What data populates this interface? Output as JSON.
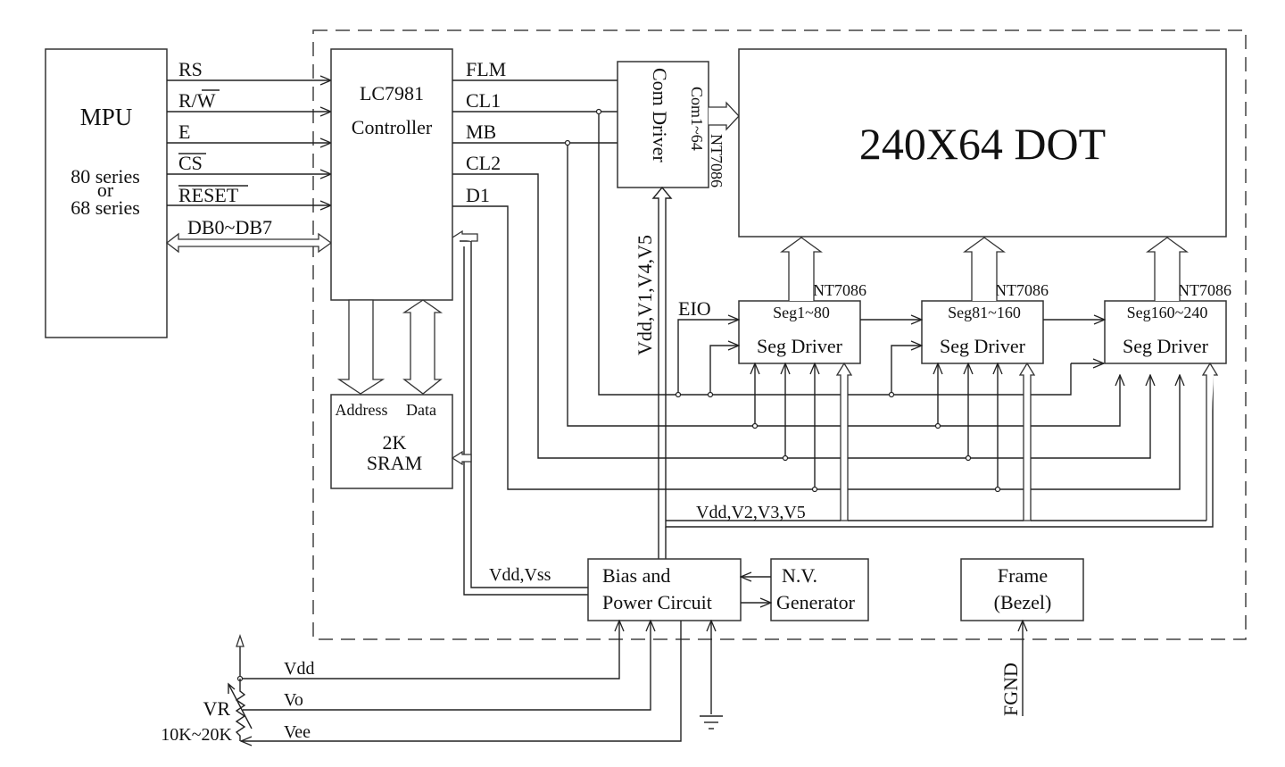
{
  "diagram": {
    "title": "LCD Module Block Diagram",
    "mpu": {
      "name": "MPU",
      "subtitle_line1": "80 series",
      "subtitle_line2": "or",
      "subtitle_line3": "68 series"
    },
    "mpu_signals": [
      {
        "label": "RS",
        "overline": false
      },
      {
        "label": "R/",
        "overline_part": "W"
      },
      {
        "label": "E",
        "overline": false
      },
      {
        "label": "CS",
        "overline": true
      },
      {
        "label": "RESET",
        "overline": true
      }
    ],
    "data_bus_label": "DB0~DB7",
    "controller": {
      "line1": "LC7981",
      "line2": "Controller"
    },
    "controller_outputs": [
      "FLM",
      "CL1",
      "MB",
      "CL2",
      "D1"
    ],
    "sram": {
      "address": "Address",
      "data": "Data",
      "line1": "2K",
      "line2": "SRAM"
    },
    "com_driver": {
      "name": "Com Driver",
      "range": "Com1~64",
      "chip": "NT7086"
    },
    "com_supply_label": "Vdd,V1,V4,V5",
    "display": {
      "label": "240X64 DOT"
    },
    "seg_drivers": [
      {
        "chip": "NT7086",
        "range": "Seg1~80",
        "name": "Seg Driver"
      },
      {
        "chip": "NT7086",
        "range": "Seg81~160",
        "name": "Seg Driver"
      },
      {
        "chip": "NT7086",
        "range": "Seg160~240",
        "name": "Seg Driver"
      }
    ],
    "eio_label": "EIO",
    "seg_supply_label": "Vdd,V2,V3,V5",
    "logic_supply_label": "Vdd,Vss",
    "bias": {
      "line1": "Bias and",
      "line2": "Power Circuit"
    },
    "nv_generator": {
      "line1": "N.V.",
      "line2": "Generator"
    },
    "frame": {
      "line1": "Frame",
      "line2": "(Bezel)"
    },
    "fgnd_label": "FGND",
    "power_inputs": [
      "Vdd",
      "Vo",
      "Vee"
    ],
    "vr_label": "VR",
    "vr_value": "10K~20K"
  }
}
